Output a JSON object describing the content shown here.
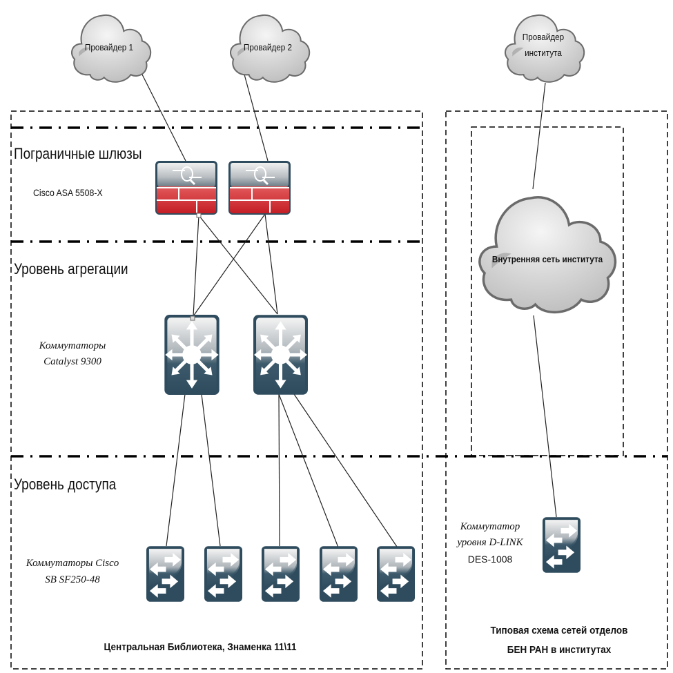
{
  "diagram": {
    "left_zone": {
      "caption": "Центральная Библиотека, Знаменка 11\\11",
      "layers": [
        {
          "title": "Пограничные шлюзы",
          "device_note": "Cisco ASA 5508-X"
        },
        {
          "title": "Уровень агрегации",
          "device_note_lines": [
            "Коммутаторы",
            "Catalyst 9300"
          ]
        },
        {
          "title": "Уровень доступа",
          "device_note_lines": [
            "Коммутаторы Cisco",
            "SB SF250-48"
          ]
        }
      ]
    },
    "right_zone": {
      "caption_lines": [
        "Типовая схема сетей отделов",
        "БЕН РАН в институтах"
      ],
      "inner_cloud": "Внутренняя сеть института",
      "device_note_lines": [
        "Коммутатор",
        "уровня D-LINK",
        "DES-1008"
      ]
    },
    "clouds": [
      {
        "id": "provider-1",
        "label_lines": [
          "Провайдер 1"
        ]
      },
      {
        "id": "provider-2",
        "label_lines": [
          "Провайдер 2"
        ]
      },
      {
        "id": "institute-provider",
        "label_lines": [
          "Провайдер",
          "института"
        ]
      }
    ],
    "devices": {
      "firewalls": [
        {
          "id": "asa-1",
          "type": "firewall"
        },
        {
          "id": "asa-2",
          "type": "firewall"
        }
      ],
      "aggregation_switches": [
        {
          "id": "cat9300-1",
          "type": "layer3-switch"
        },
        {
          "id": "cat9300-2",
          "type": "layer3-switch"
        }
      ],
      "access_switches": [
        {
          "id": "sf250-1",
          "type": "workgroup-switch"
        },
        {
          "id": "sf250-2",
          "type": "workgroup-switch"
        },
        {
          "id": "sf250-3",
          "type": "workgroup-switch"
        },
        {
          "id": "sf250-4",
          "type": "workgroup-switch"
        },
        {
          "id": "sf250-5",
          "type": "workgroup-switch"
        }
      ],
      "institute_switch": {
        "id": "des-1008",
        "type": "workgroup-switch"
      }
    },
    "links": [
      [
        "provider-1",
        "asa-1"
      ],
      [
        "provider-2",
        "asa-2"
      ],
      [
        "asa-1",
        "cat9300-1"
      ],
      [
        "asa-1",
        "cat9300-2"
      ],
      [
        "asa-2",
        "cat9300-1"
      ],
      [
        "asa-2",
        "cat9300-2"
      ],
      [
        "cat9300-1",
        "sf250-1"
      ],
      [
        "cat9300-1",
        "sf250-2"
      ],
      [
        "cat9300-2",
        "sf250-3"
      ],
      [
        "cat9300-2",
        "sf250-4"
      ],
      [
        "cat9300-2",
        "sf250-5"
      ],
      [
        "institute-provider",
        "inner-cloud"
      ],
      [
        "inner-cloud",
        "des-1008"
      ]
    ],
    "colors": {
      "device_dark": "#2f4c5e",
      "firewall_red": "#c8262b",
      "cloud_fill": "#cdcdcd",
      "cloud_stroke": "#6b6b6b",
      "line": "#222222"
    }
  }
}
